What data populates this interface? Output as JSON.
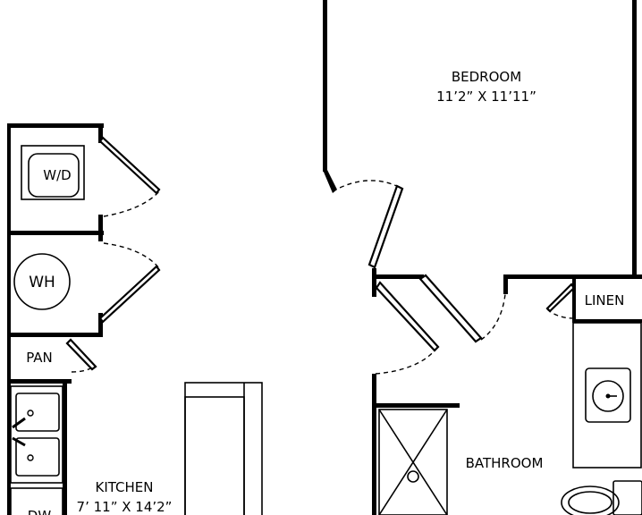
{
  "rooms": {
    "bedroom": {
      "name": "BEDROOM",
      "dims": "11’2” X 11’11”"
    },
    "kitchen": {
      "name": "KITCHEN",
      "dims": "7’ 11” X 14’2”"
    },
    "bathroom": {
      "name": "BATHROOM"
    }
  },
  "fixtures": {
    "washer_dryer": "W/D",
    "water_heater": "WH",
    "pantry": "PAN",
    "linen": "LINEN",
    "dishwasher": "DW"
  },
  "icons": [
    "sink-icon",
    "toilet-icon",
    "faucet-icon"
  ],
  "colors": {
    "line": "#000000",
    "background": "#ffffff"
  }
}
